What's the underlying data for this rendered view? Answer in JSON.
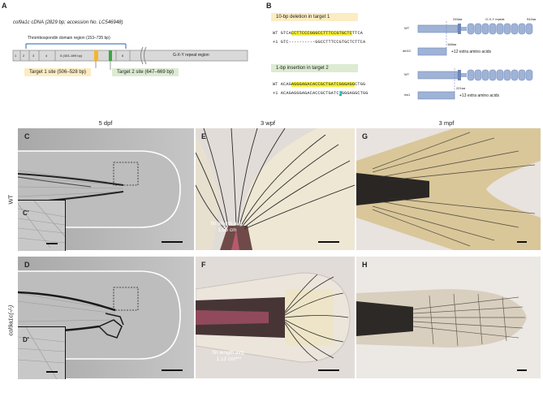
{
  "panels": {
    "A": "A",
    "B": "B",
    "C": "C",
    "D": "D",
    "E": "E",
    "F": "F",
    "G": "G",
    "H": "H",
    "C_prime": "C'",
    "D_prime": "D'"
  },
  "panel_a": {
    "title": "col9a1c cDNA (2829 bp; accession No. LC546948)",
    "tsp_label": "Thrombospondin domain region (153–735 bp)",
    "exons": [
      "1",
      "2",
      "3",
      "4",
      "5 (303–699 bp)",
      "6"
    ],
    "gxy_label": "G-X-Y repeat region",
    "target1": "Target 1 site (506–528 bp)",
    "target2": "Target 2 site (647–669 bp)"
  },
  "panel_b": {
    "deletion_title": "10-bp deletion in target 1",
    "del_wt_prefix": "WT",
    "del_wt_pre": "GTCA",
    "del_wt_hl": "CCTTCCCGGGCCTTTCCGTGCTC",
    "del_wt_post": "TTCA",
    "del_mut_prefix": "+1",
    "del_mut_seq": "GTC----------GGCCTTTCCGTGCTCTTCA",
    "insertion_title": "1-bp insertion in target 2",
    "ins_wt_prefix": "WT",
    "ins_wt_pre": "ACAG",
    "ins_wt_hl": "AGGGAGACACCGCTGATCGGGAGG",
    "ins_wt_post": "CTGG",
    "ins_mut_prefix": "+1",
    "ins_mut_pre": "ACAGAGGGAGACACCGCTGATC",
    "ins_mut_ins": "C",
    "ins_mut_post": "GGGAGGCTGG",
    "wt_label": "WT",
    "aa245": "245aa",
    "aa942": "942aa",
    "gxy_repeat": "G-X-Y repeat",
    "del10": "del10",
    "aa168": "168aa",
    "extra12": "+12 extra amino acids",
    "ins1": "ins1",
    "aa221": "221aa",
    "extra13": "+13 extra amino acids"
  },
  "columns": [
    "5 dpf",
    "3 wpf",
    "3 mpf"
  ],
  "rows": [
    "WT",
    "col9a1c(-/-)"
  ],
  "fin_wt": "fin length avg.\n1.55 cm",
  "fin_mut": "fin length avg.\n1.12 cm***",
  "colors": {
    "gene_bar": "#d9d9d9",
    "exon_highlight": "#f2b630",
    "exon_green": "#39a845",
    "target1_box": "#fcecc3",
    "target2_box": "#dcebd2",
    "protein_blue": "#9fb3d6",
    "protein_dark": "#6f86b8",
    "seq_highlight": "#f5ef3a",
    "insert_teal": "#19b5b5"
  }
}
